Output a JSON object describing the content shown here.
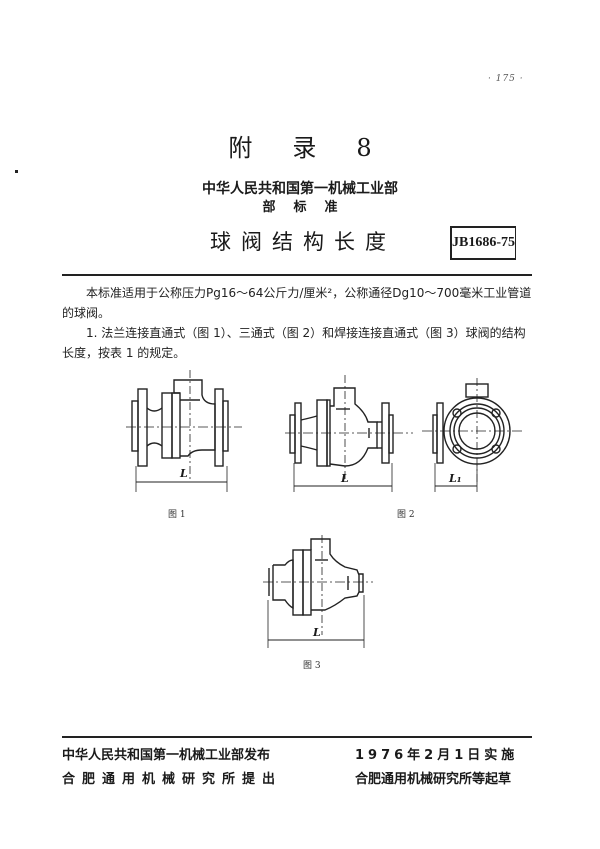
{
  "page": {
    "number": "· 175 ·"
  },
  "header": {
    "appendix": [
      "附",
      "录",
      "8"
    ],
    "ministry": "中华人民共和国第一机械工业部",
    "standard_type": "部标准",
    "title": "球阀结构长度",
    "code": "JB1686-75"
  },
  "body": {
    "paragraph_1": "本标准适用于公称压力Pg16～64公斤力/厘米²，公称通径Dg10～700毫米工业管道的球阀。",
    "paragraph_2": "1. 法兰连接直通式（图 1）、三通式（图 2）和焊接连接直通式（图 3）球阀的结构长度，按表 1 的规定。"
  },
  "figures": {
    "fig1": {
      "caption": "图 1",
      "dim_label": "L"
    },
    "fig2": {
      "caption": "图 2",
      "dim_label": "L",
      "dim_label_side": "L₁"
    },
    "fig3": {
      "caption": "图 3",
      "dim_label": "L"
    }
  },
  "footer": {
    "issuer": "中华人民共和国第一机械工业部发布",
    "proposer": "合肥通用机械研究所提出",
    "effective_date": "1976年2月1日实施",
    "drafter": "合肥通用机械研究所等起草"
  }
}
